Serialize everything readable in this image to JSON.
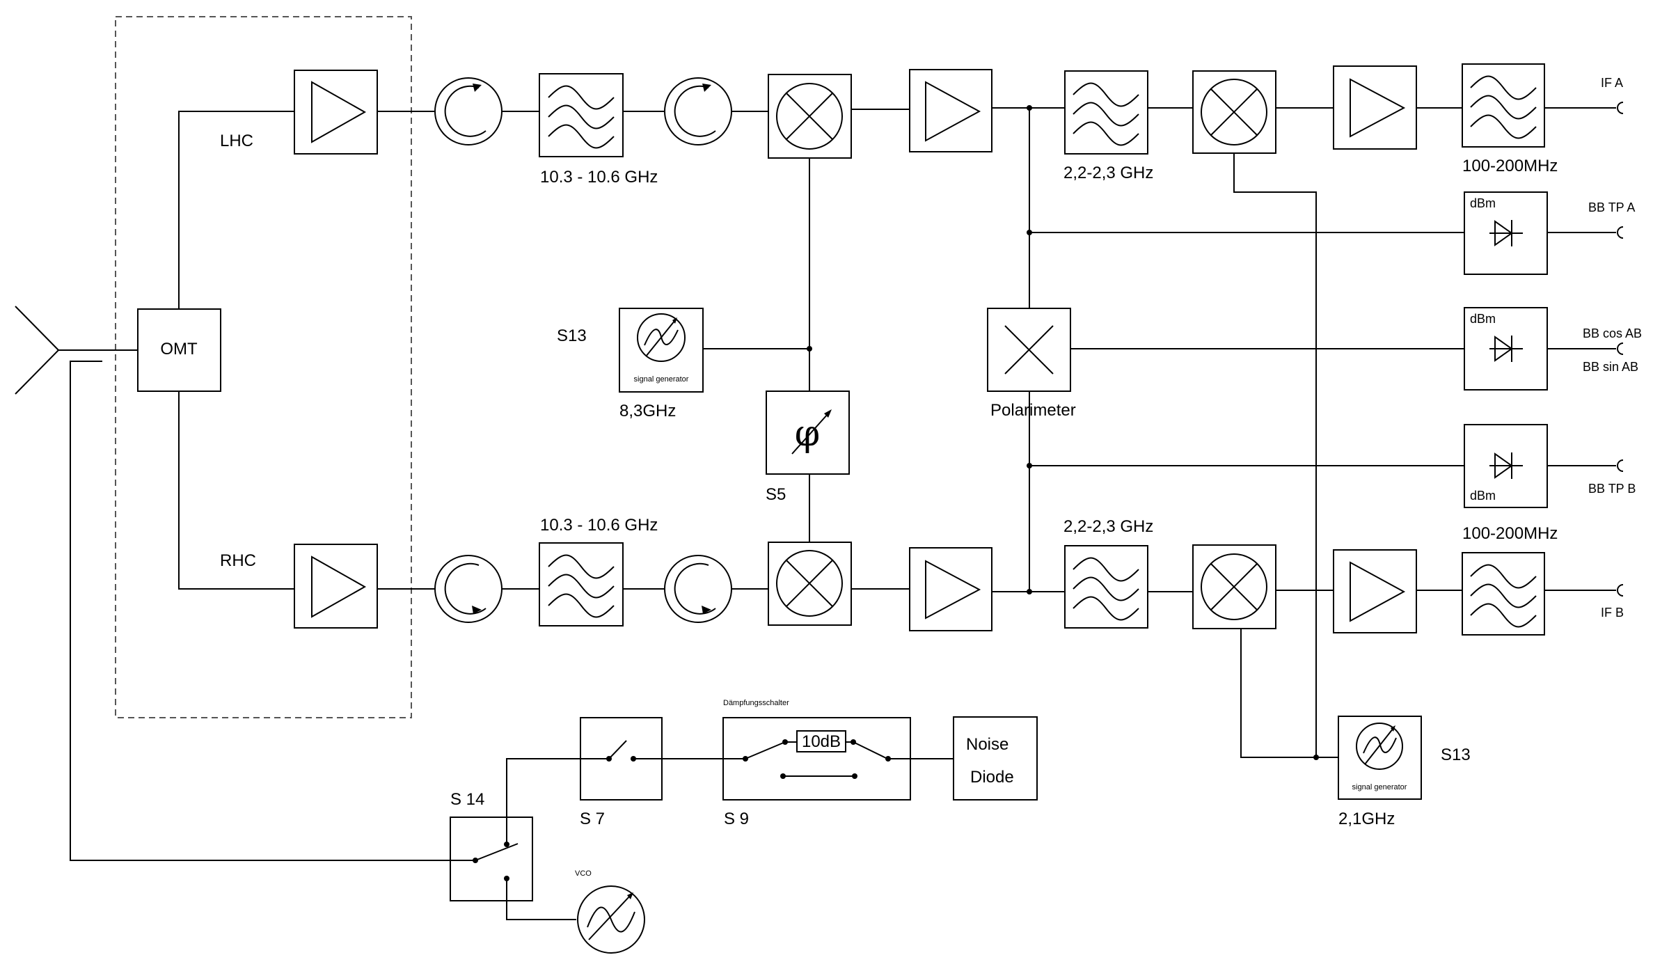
{
  "labels": {
    "lhc": "LHC",
    "rhc": "RHC",
    "omt": "OMT",
    "rf_band_top": "10.3 - 10.6 GHz",
    "rf_band_bottom": "10.3 - 10.6 GHz",
    "if1_band_top": "2,2-2,3 GHz",
    "if1_band_bottom": "2,2-2,3 GHz",
    "if2_band_top": "100-200MHz",
    "if2_band_bottom": "100-200MHz",
    "lo1_switch": "S13",
    "lo1_freq": "8,3GHz",
    "lo1_caption": "signal generator",
    "phase_switch": "S5",
    "phase_symbol": "φ",
    "polarimeter": "Polarimeter",
    "lo2_switch": "S13",
    "lo2_freq": "2,1GHz",
    "lo2_caption": "signal generator",
    "out_if_a": "IF A",
    "out_bb_tp_a": "BB TP A",
    "out_bb_cos": "BB cos AB",
    "out_bb_sin": "BB sin AB",
    "out_bb_tp_b": "BB TP B",
    "out_if_b": "IF B",
    "dbm_1": "dBm",
    "dbm_2": "dBm",
    "dbm_3": "dBm",
    "attenuator_title": "Dämpfungsschalter",
    "attenuator_value": "10dB",
    "s14": "S 14",
    "s7": "S 7",
    "s9": "S 9",
    "noise_line1": "Noise",
    "noise_line2": "Diode",
    "vco": "VCO"
  }
}
